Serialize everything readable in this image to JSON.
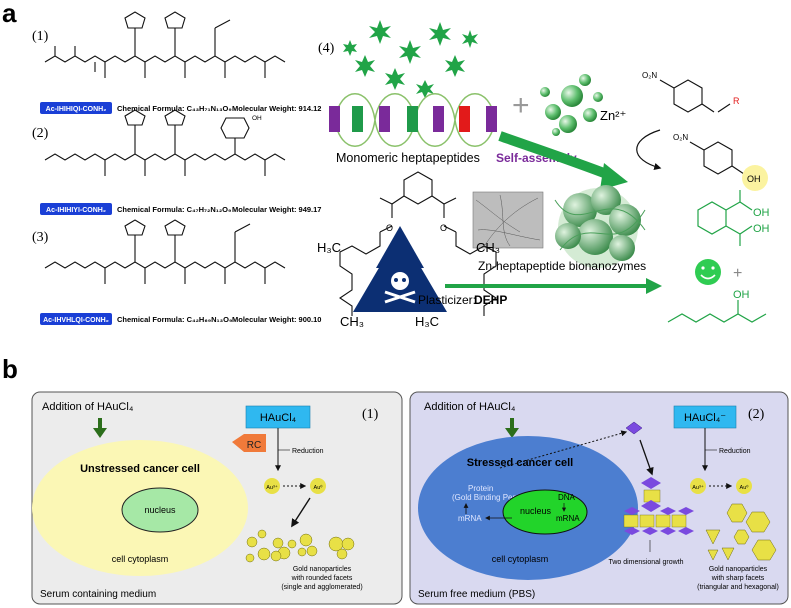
{
  "panel_a": {
    "label": "a",
    "peptides": [
      {
        "num": "(1)",
        "code": "Ac-IHIHIQI-CONH₂",
        "formula": "Chemical Formula: C₄₃H₇₁N₁₃O₉",
        "weight": "Molecular Weight: 914.12"
      },
      {
        "num": "(2)",
        "code": "Ac-IHIHIYI-CONH₂",
        "formula": "Chemical Formula: C₄₇H₇₂N₁₂O₉",
        "weight": "Molecular Weight: 949.17"
      },
      {
        "num": "(3)",
        "code": "Ac-IHVHLQI-CONH₂",
        "formula": "Chemical Formula: C₄₂H₆₉N₁₃O₉",
        "weight": "Molecular Weight: 900.10"
      }
    ],
    "label_4": "(4)",
    "monomeric": "Monomeric heptapeptides",
    "self_assembly": "Self-assembly",
    "zn": "Zn²⁺",
    "plus": "+",
    "bionanozymes": "Zn-heptapeptide bionanozymes",
    "plasticizer": "Plasticizer:",
    "dehp": "DEHP",
    "r_group": "R",
    "oh": "OH",
    "nitro": "O₂N",
    "cooh": "OH",
    "cooh2": "OH",
    "oxo1": "O",
    "oxo2": "O",
    "ch3": "CH₃",
    "h3c": "H₃C"
  },
  "panel_b": {
    "label": "b",
    "left": {
      "num": "(1)",
      "addition": "Addition of HAuCl₄",
      "haucl": "HAuCl₄",
      "rc": "RC",
      "reduction": "Reduction",
      "cell_title": "Unstressed cancer cell",
      "nucleus": "nucleus",
      "cytoplasm": "cell cytoplasm",
      "au3": "Au³⁺",
      "au0": "Au⁰",
      "gold_np": "Gold nanoparticles",
      "gold_np2": "with rounded facets",
      "gold_np3": "(single and agglomerated)",
      "medium": "Serum containing medium"
    },
    "right": {
      "num": "(2)",
      "addition": "Addition of HAuCl₄",
      "haucl": "HAuCl₄⁻",
      "reduction": "Reduction",
      "cell_title": "Stressed cancer cell",
      "protein": "Protein",
      "gbp": "(Gold Binding Peptides)",
      "nucleus": "nucleus",
      "dna": "DNA",
      "mrna1": "mRNA",
      "mrna2": "mRNA",
      "cytoplasm": "cell cytoplasm",
      "au3": "Au³⁺",
      "au0": "Au⁰",
      "two_d": "Two dimensional growth",
      "gold_np": "Gold nanoparticles",
      "gold_np2": "with sharp facets",
      "gold_np3": "(triangular and hexagonal)",
      "medium": "Serum free medium (PBS)"
    }
  },
  "colors": {
    "purple": "#7a2a9a",
    "green": "#1f9a4a",
    "red": "#e21a1a",
    "blue_label": "#1a3fd6",
    "arrow_green": "#21a447",
    "dark_green": "#2c6e1b",
    "panel_left_bg": "#ececec",
    "panel_right_bg": "#d9d9f0",
    "cell_yellow": "#fbf7b5",
    "cell_blue": "#4c7ed0",
    "nucleus_green": "#a6e8a6",
    "nucleus_bright": "#22d42a",
    "haucl_bg": "#2fb8f0",
    "rc_bg": "#f07a3a",
    "gold_np": "#e8e046"
  }
}
